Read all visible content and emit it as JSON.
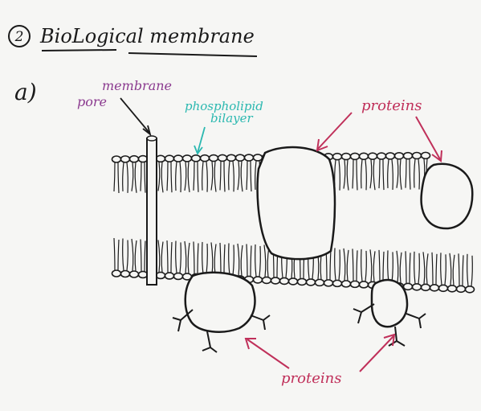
{
  "heading": {
    "number": "2",
    "title": "BioLogical membrane"
  },
  "part_label": "a)",
  "labels": {
    "membrane_pore_line1": "membrane",
    "membrane_pore_line2": "pore",
    "bilayer_line1": "phospholipid",
    "bilayer_line2": "bilayer",
    "proteins_top": "proteins",
    "proteins_bottom": "proteins"
  },
  "colors": {
    "ink": "#1a1a1a",
    "pore_label": "#8b3a8f",
    "bilayer_label": "#2bb8b0",
    "protein_label": "#c0305a",
    "paper": "#f6f6f4"
  }
}
